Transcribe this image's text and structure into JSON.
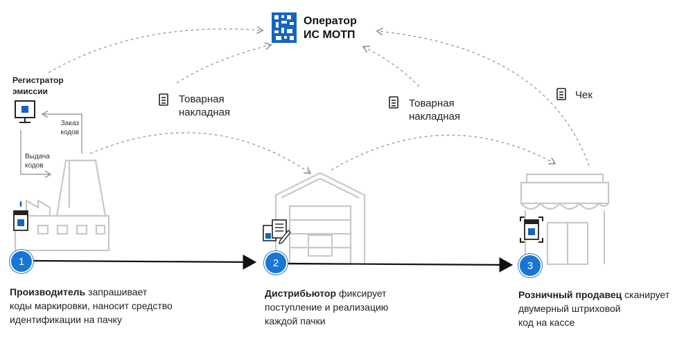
{
  "operator": {
    "line1": "Оператор",
    "line2": "ИС МОТП"
  },
  "registrar": {
    "line1": "Регистратор",
    "line2": "эмиссии"
  },
  "order_codes": {
    "line1": "Заказ",
    "line2": "кодов"
  },
  "issue_codes": {
    "line1": "Выдача",
    "line2": "кодов"
  },
  "waybill_1": {
    "line1": "Товарная",
    "line2": "накладная"
  },
  "waybill_2": {
    "line1": "Товарная",
    "line2": "накладная"
  },
  "receipt": "Чек",
  "steps": [
    {
      "number": "1",
      "bold": "Производитель",
      "rest_1": " запрашивает",
      "line2": "коды маркировки, наносит средство",
      "line3": "идентификации на пачку"
    },
    {
      "number": "2",
      "bold": "Дистрибьютор",
      "rest_1": " фиксирует",
      "line2": "поступление и реализацию",
      "line3": "каждой пачки"
    },
    {
      "number": "3",
      "bold": "Розничный продавец",
      "rest_1": " сканирует",
      "line2": "двумерный штриховой",
      "line3": "код на кассе"
    }
  ],
  "colors": {
    "accent": "#1976d2",
    "building": "#c8c8c8",
    "dashed": "#9a9a9a",
    "arrow": "#111111"
  }
}
